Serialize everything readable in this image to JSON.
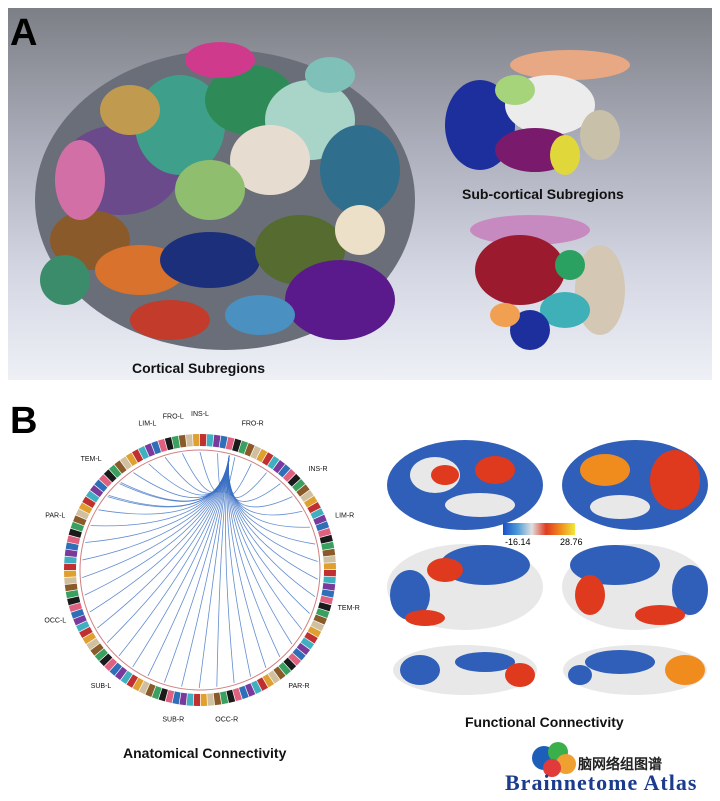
{
  "panel_a": {
    "letter": "A",
    "cortical_caption": "Cortical Subregions",
    "subcortical_caption": "Sub-cortical Subregions"
  },
  "panel_b": {
    "letter": "B",
    "anatomical_caption": "Anatomical Connectivity",
    "functional_caption": "Functional Connectivity",
    "colorbar": {
      "min_label": "-16.14",
      "max_label": "28.76"
    },
    "ring_lobes": [
      "FRO-L",
      "FRO-R",
      "INS-R",
      "LIM-R",
      "TEM-R",
      "PAR-R",
      "OCC-R",
      "SUB-R",
      "SUB-L",
      "OCC-L",
      "PAR-L",
      "TEM-L",
      "LIM-L",
      "INS-L"
    ]
  },
  "logo": {
    "chinese": "脑网络组图谱",
    "english": "Brainnetome Atlas"
  },
  "colors": {
    "connection_line": "#3a6fc4",
    "positive": "#e03a1e",
    "negative": "#2f5fb8",
    "cortex": "#e8e8e8"
  }
}
